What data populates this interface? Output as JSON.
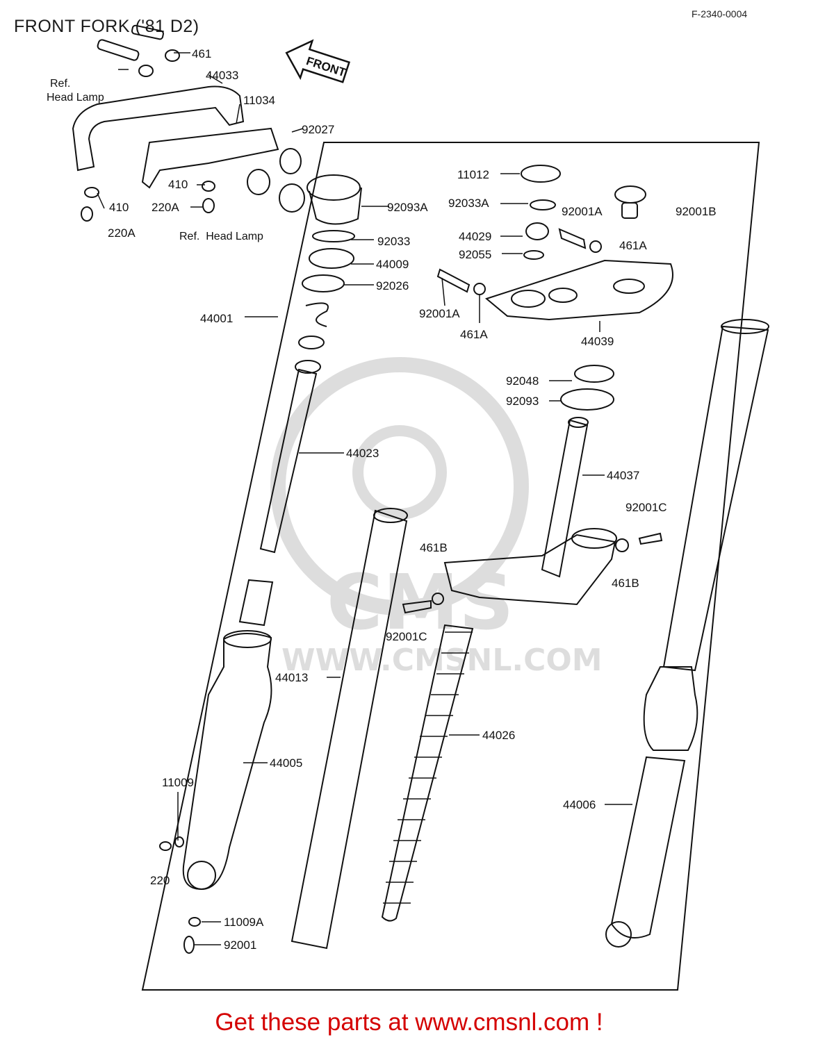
{
  "title": "FRONT FORK ('81 D2)",
  "diagram_code": "F-2340-0004",
  "front_label": "FRONT",
  "refs": {
    "head_lamp_1a": "Ref.",
    "head_lamp_1b": "Head Lamp",
    "head_lamp_2": "Ref.  Head Lamp"
  },
  "watermark": {
    "brand": "CMS",
    "url": "WWW.CMSNL.COM"
  },
  "parts": [
    "461",
    "44033",
    "11034",
    "92027",
    "410",
    "410",
    "220A",
    "220A",
    "11012",
    "92033A",
    "92001A",
    "92001B",
    "92093A",
    "92033",
    "44029",
    "461A",
    "92055",
    "44009",
    "92026",
    "92001A",
    "461A",
    "44039",
    "44001",
    "92048",
    "92093",
    "44023",
    "44037",
    "92001C",
    "461B",
    "461B",
    "92001C",
    "44013",
    "44026",
    "44005",
    "11009",
    "44006",
    "220",
    "11009A",
    "92001"
  ],
  "footer": "Get these parts at www.cmsnl.com !"
}
